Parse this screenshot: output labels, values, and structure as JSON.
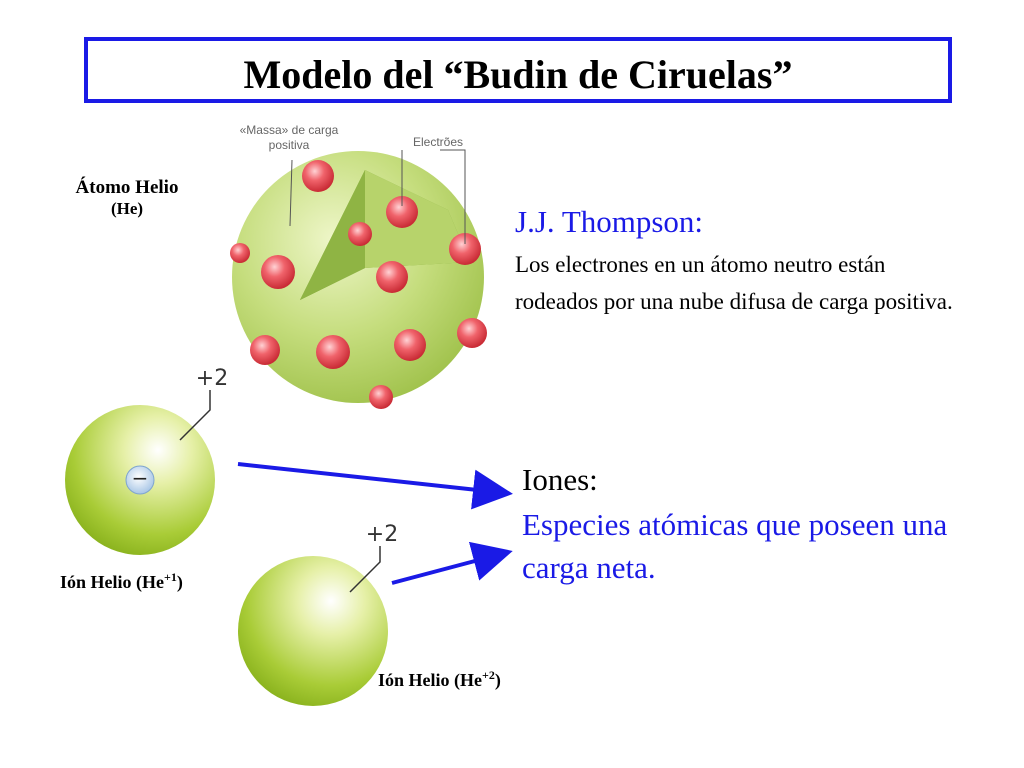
{
  "title": "Modelo del “Budin de Ciruelas”",
  "atom_label": {
    "line1": "Átomo Helio",
    "line2": "(He)"
  },
  "diagram_captions": {
    "massa_line1": "«Massa» de carga",
    "massa_line2": "positiva",
    "electrons": "Electrões"
  },
  "thompson": {
    "name": "J.J. Thompson:",
    "description": "Los electrones en un átomo neutro están rodeados por una nube difusa de carga positiva."
  },
  "ion1": {
    "charge": "+2",
    "electron_sign": "−",
    "label_base": "Ión Helio (He",
    "label_sup": "+1",
    "label_end": ")"
  },
  "ion2": {
    "charge": "+2",
    "label_base": "Ión Helio (He",
    "label_sup": "+2",
    "label_end": ")"
  },
  "iones": {
    "title": "Iones:",
    "description": "Especies atómicas que poseen una carga neta."
  },
  "colors": {
    "accent_blue": "#1a1ae6",
    "sphere_green": "#9cc43a",
    "electron_red": "#e8424b"
  }
}
